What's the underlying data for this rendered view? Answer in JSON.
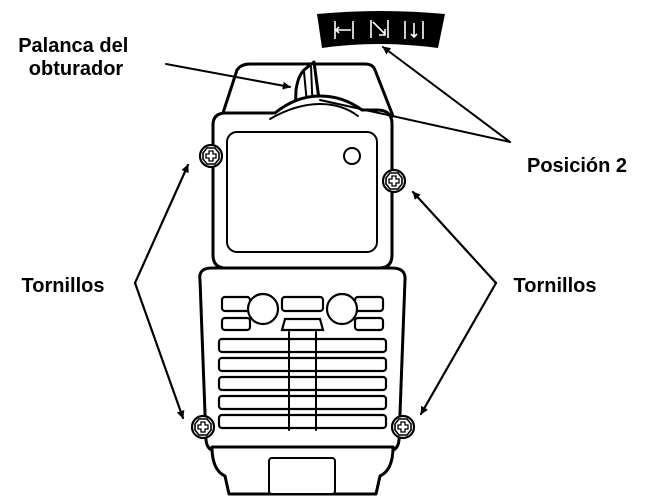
{
  "labels": {
    "shutter_lever": [
      "Palanca del",
      "obturador"
    ],
    "position": "Posición 2",
    "screws_left": "Tornillos",
    "screws_right": "Tornillos"
  },
  "icons": [
    "shutter-open-icon",
    "shutter-position-2-icon",
    "shutter-closed-icon"
  ],
  "colors": {
    "line": "#000000",
    "background": "#ffffff"
  }
}
